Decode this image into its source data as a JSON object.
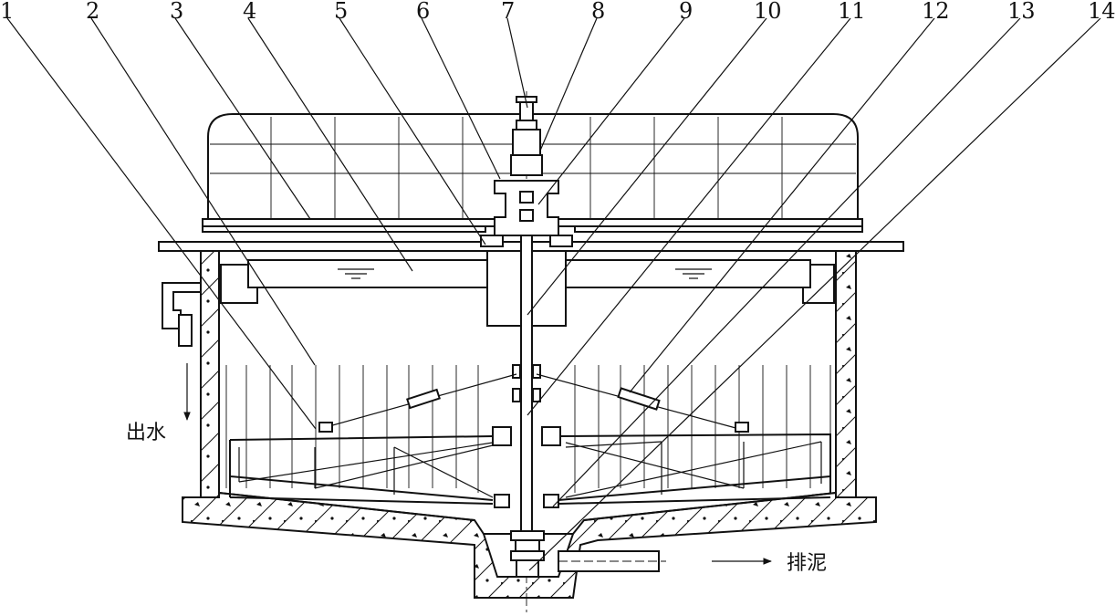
{
  "callouts": [
    {
      "label": "1"
    },
    {
      "label": "2"
    },
    {
      "label": "3"
    },
    {
      "label": "4"
    },
    {
      "label": "5"
    },
    {
      "label": "6"
    },
    {
      "label": "7"
    },
    {
      "label": "8"
    },
    {
      "label": "9"
    },
    {
      "label": "10"
    },
    {
      "label": "11"
    },
    {
      "label": "12"
    },
    {
      "label": "13"
    },
    {
      "label": "14"
    }
  ],
  "annotations": {
    "outlet_water": "出水",
    "sludge_discharge": "排泥"
  }
}
